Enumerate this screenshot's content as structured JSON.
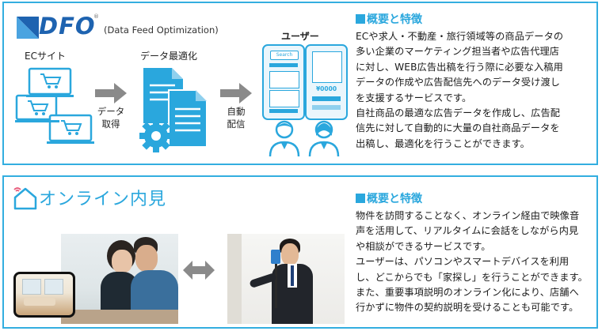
{
  "dfo": {
    "logo": "DFO",
    "registered": "®",
    "subtitle": "(Data Feed Optimization)",
    "label_ec": "ECサイト",
    "label_data": "データ最適化",
    "label_user": "ユーザー",
    "arrow1_line1": "データ",
    "arrow1_line2": "取得",
    "arrow2_line1": "自動",
    "arrow2_line2": "配信",
    "phone_search": "Search",
    "phone_price": "¥0000",
    "heading": "概要と特徴",
    "desc_lines": [
      "ECや求人・不動産・旅行領域等の商品データの",
      "多い企業のマーケティング担当者や広告代理店",
      "に対し、WEB広告出稿を行う際に必要な入稿用",
      "データの作成や広告配信先へのデータ受け渡し",
      "を支援するサービスです。",
      "自社商品の最適な広告データを作成し、広告配",
      "信先に対して自動的に大量の自社商品データを",
      "出稿し、最適化を行うことができます。"
    ]
  },
  "online": {
    "title": "オンライン内見",
    "heading": "概要と特徴",
    "desc_lines": [
      "物件を訪問することなく、オンライン経由で映像音",
      "声を活用して、リアルタイムに会話をしながら内見",
      "や相談ができるサービスです。",
      "ユーザーは、パソコンやスマートデバイスを利用",
      "し、どこからでも「家探し」を行うことができます。",
      "また、重要事項説明のオンライン化により、店舗へ",
      "行かずに物件の契約説明を受けることも可能です。"
    ]
  },
  "colors": {
    "accent": "#2aa7dd",
    "border": "#33aee0",
    "logo_blue": "#1e63b0",
    "arrow_gray": "#8a8a8a"
  }
}
